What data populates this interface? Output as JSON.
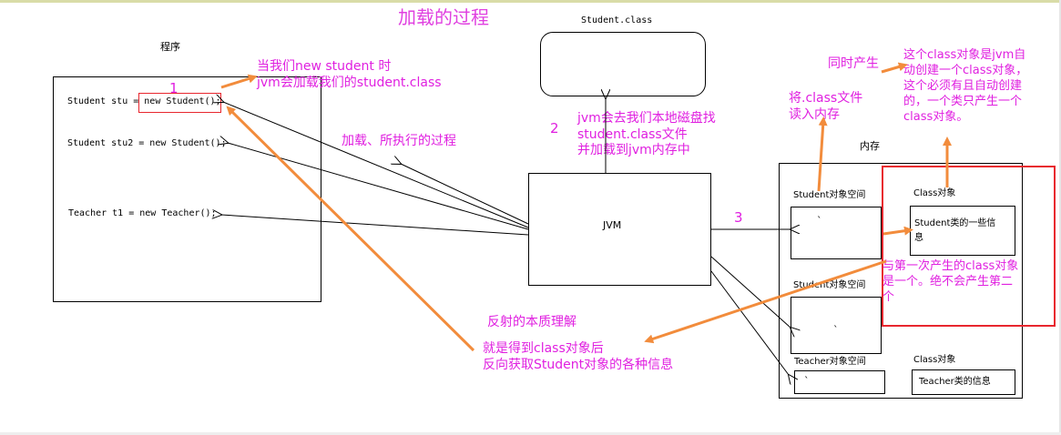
{
  "title": "加载的过程",
  "program": {
    "label": "程序",
    "line1": "Student stu = new Student();",
    "line2": "Student stu2 = new Student();",
    "line3": "Teacher t1 = new Teacher();"
  },
  "student_class": {
    "label": "Student.class"
  },
  "jvm": {
    "label": "JVM"
  },
  "memory": {
    "label": "内存",
    "student_space": "Student对象空间",
    "student_space2": "Student对象空间",
    "teacher_space": "Teacher对象空间",
    "class_obj_label": "Class对象",
    "class_obj_text": "Student类的一些信\n息",
    "class_obj2_label": "Class对象",
    "class_obj2_text": "Teacher类的信息",
    "tick1": "`",
    "tick2": "`",
    "tick3": "`"
  },
  "annotations": {
    "step1_num": "1",
    "step1_text": "当我们new student 时\njvm会加载我们的student.class",
    "step2_num": "2",
    "step2_text": "jvm会去我们本地磁盘找\nstudent.class文件\n并加载到jvm内存中",
    "step3_num": "3",
    "load_exec": "加载、所执行的过程",
    "read_mem": "将.class文件\n读入内存",
    "same_time": "同时产生",
    "class_obj_note": "这个class对象是jvm自\n动创建一个class对象，\n这个必须有且自动创建\n的，一个类只产生一个\nclass对象。",
    "first_class": "与第一次产生的class对象\n是一个。绝不会产生第二\n个",
    "reflect_title": "反射的本质理解",
    "reflect_text": "就是得到class对象后\n反向获取Student对象的各种信息"
  },
  "colors": {
    "accent": "#e020e0",
    "arrow": "#f28c3c",
    "red": "#e8262e"
  }
}
